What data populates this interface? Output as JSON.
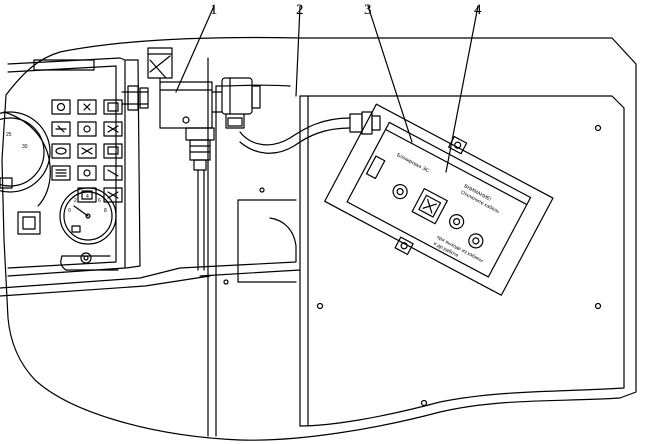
{
  "callouts": {
    "c1": "1",
    "c2": "2",
    "c3": "3",
    "c4": "4"
  },
  "device": {
    "title": "Блокировка ЭС",
    "line1": "ВНИМАНИЕ!",
    "line2": "Отключите кабель",
    "line3": "при выходе из кабины",
    "line4": "и др.работе"
  },
  "gauge": {
    "ticks": [
      "0",
      "2",
      "4",
      "6",
      "8"
    ],
    "left_ticks": [
      "25",
      "30"
    ]
  },
  "colors": {
    "line": "#000000",
    "background": "#ffffff"
  }
}
